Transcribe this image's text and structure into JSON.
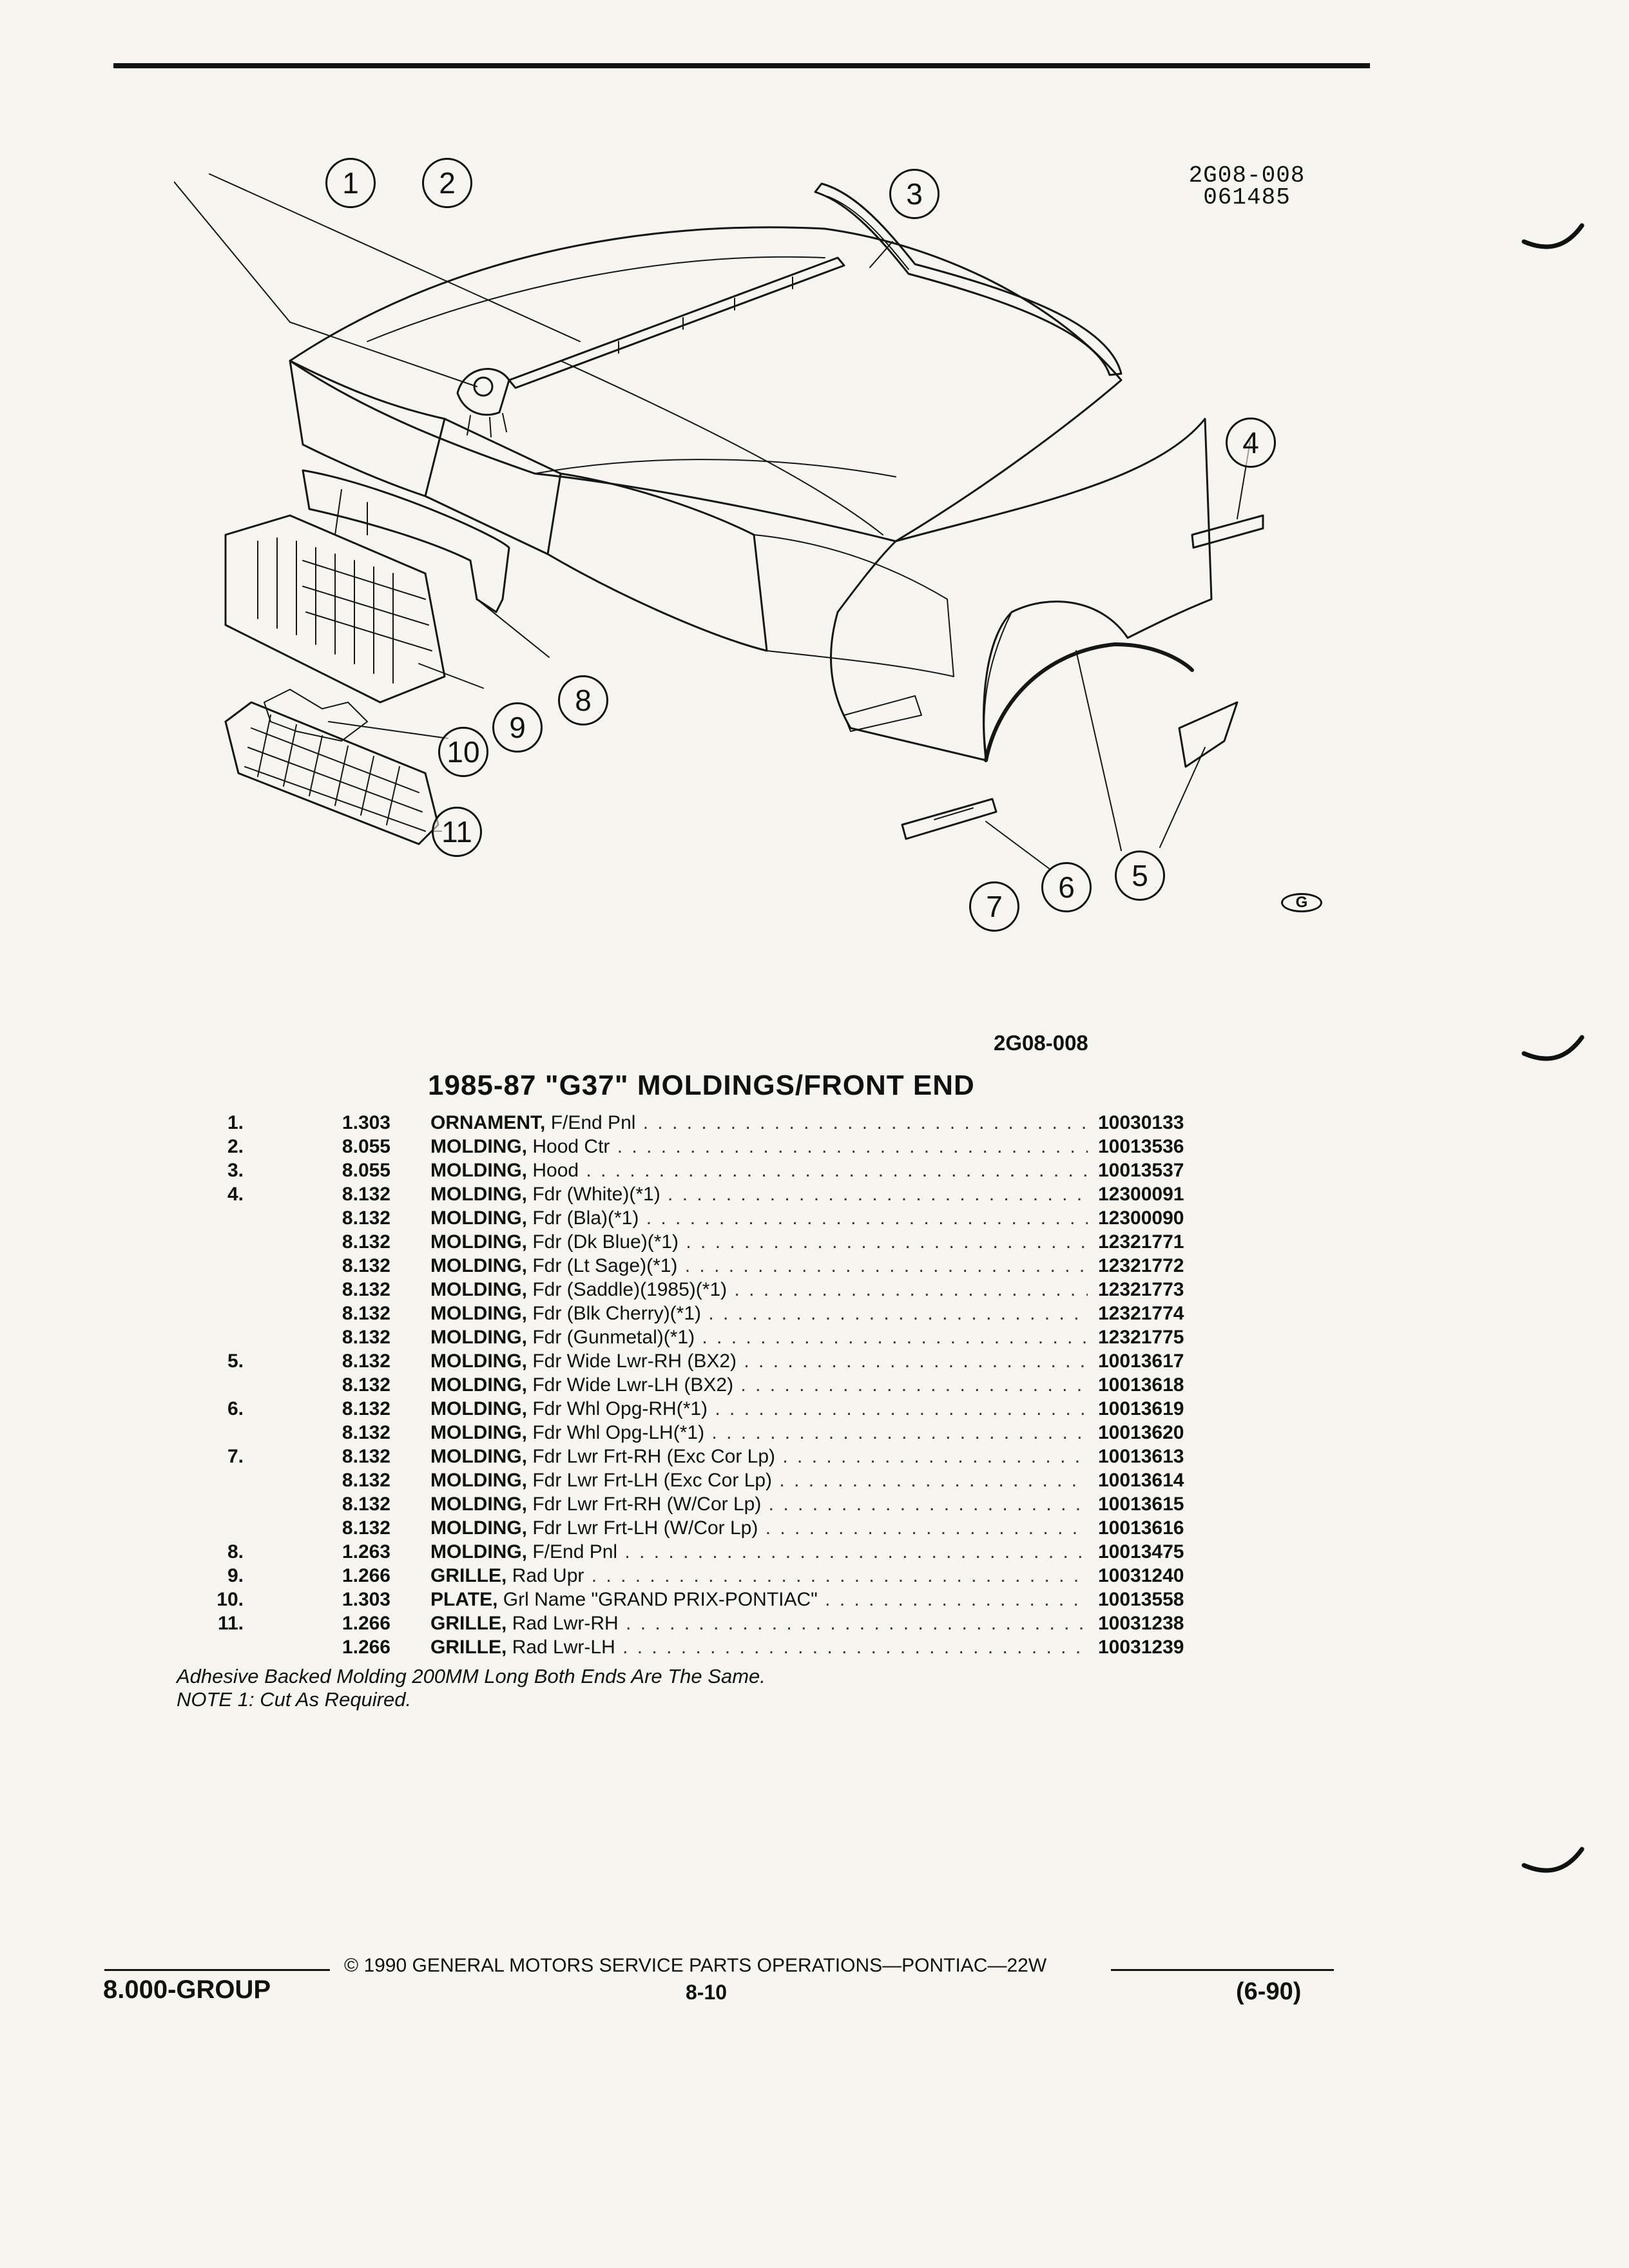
{
  "header": {
    "figure_code_lines": [
      "2G08-008",
      "061485"
    ]
  },
  "callouts": [
    {
      "label": "1"
    },
    {
      "label": "2"
    },
    {
      "label": "3"
    },
    {
      "label": "4"
    },
    {
      "label": "5"
    },
    {
      "label": "6"
    },
    {
      "label": "7"
    },
    {
      "label": "8"
    },
    {
      "label": "9"
    },
    {
      "label": "10"
    },
    {
      "label": "11"
    }
  ],
  "logo_letter": "G",
  "illustration_code": "2G08-008",
  "title": "1985-87 \"G37\" MOLDINGS/FRONT END",
  "parts": [
    {
      "num": "1.",
      "group": "1.303",
      "name": "ORNAMENT,",
      "desc": "F/End Pnl",
      "part": "10030133"
    },
    {
      "num": "2.",
      "group": "8.055",
      "name": "MOLDING,",
      "desc": "Hood Ctr",
      "part": "10013536"
    },
    {
      "num": "3.",
      "group": "8.055",
      "name": "MOLDING,",
      "desc": "Hood",
      "part": "10013537"
    },
    {
      "num": "4.",
      "group": "8.132",
      "name": "MOLDING,",
      "desc": "Fdr (White)(*1)",
      "part": "12300091"
    },
    {
      "num": "",
      "group": "8.132",
      "name": "MOLDING,",
      "desc": "Fdr (Bla)(*1)",
      "part": "12300090"
    },
    {
      "num": "",
      "group": "8.132",
      "name": "MOLDING,",
      "desc": "Fdr (Dk Blue)(*1)",
      "part": "12321771"
    },
    {
      "num": "",
      "group": "8.132",
      "name": "MOLDING,",
      "desc": "Fdr (Lt Sage)(*1)",
      "part": "12321772"
    },
    {
      "num": "",
      "group": "8.132",
      "name": "MOLDING,",
      "desc": "Fdr (Saddle)(1985)(*1)",
      "part": "12321773"
    },
    {
      "num": "",
      "group": "8.132",
      "name": "MOLDING,",
      "desc": "Fdr (Blk Cherry)(*1)",
      "part": "12321774"
    },
    {
      "num": "",
      "group": "8.132",
      "name": "MOLDING,",
      "desc": "Fdr (Gunmetal)(*1)",
      "part": "12321775"
    },
    {
      "num": "5.",
      "group": "8.132",
      "name": "MOLDING,",
      "desc": "Fdr Wide Lwr-RH (BX2)",
      "part": "10013617"
    },
    {
      "num": "",
      "group": "8.132",
      "name": "MOLDING,",
      "desc": "Fdr Wide Lwr-LH (BX2)",
      "part": "10013618"
    },
    {
      "num": "6.",
      "group": "8.132",
      "name": "MOLDING,",
      "desc": "Fdr Whl Opg-RH(*1)",
      "part": "10013619"
    },
    {
      "num": "",
      "group": "8.132",
      "name": "MOLDING,",
      "desc": "Fdr Whl Opg-LH(*1)",
      "part": "10013620"
    },
    {
      "num": "7.",
      "group": "8.132",
      "name": "MOLDING,",
      "desc": "Fdr Lwr Frt-RH (Exc Cor Lp)",
      "part": "10013613"
    },
    {
      "num": "",
      "group": "8.132",
      "name": "MOLDING,",
      "desc": "Fdr Lwr Frt-LH (Exc Cor Lp)",
      "part": "10013614"
    },
    {
      "num": "",
      "group": "8.132",
      "name": "MOLDING,",
      "desc": "Fdr Lwr Frt-RH (W/Cor Lp)",
      "part": "10013615"
    },
    {
      "num": "",
      "group": "8.132",
      "name": "MOLDING,",
      "desc": "Fdr Lwr Frt-LH (W/Cor Lp)",
      "part": "10013616"
    },
    {
      "num": "8.",
      "group": "1.263",
      "name": "MOLDING,",
      "desc": "F/End Pnl",
      "part": "10013475"
    },
    {
      "num": "9.",
      "group": "1.266",
      "name": "GRILLE,",
      "desc": "Rad Upr",
      "part": "10031240"
    },
    {
      "num": "10.",
      "group": "1.303",
      "name": "PLATE,",
      "desc": "Grl Name \"GRAND PRIX-PONTIAC\"",
      "part": "10013558"
    },
    {
      "num": "11.",
      "group": "1.266",
      "name": "GRILLE,",
      "desc": "Rad Lwr-RH",
      "part": "10031238"
    },
    {
      "num": "",
      "group": "1.266",
      "name": "GRILLE,",
      "desc": "Rad Lwr-LH",
      "part": "10031239"
    }
  ],
  "notes": [
    "Adhesive Backed Molding 200MM Long Both Ends Are The Same.",
    "NOTE 1: Cut As Required."
  ],
  "footer": {
    "copyright": "© 1990 GENERAL MOTORS SERVICE PARTS OPERATIONS—PONTIAC—22W",
    "group": "8.000-GROUP",
    "page": "8-10",
    "date": "(6-90)"
  }
}
